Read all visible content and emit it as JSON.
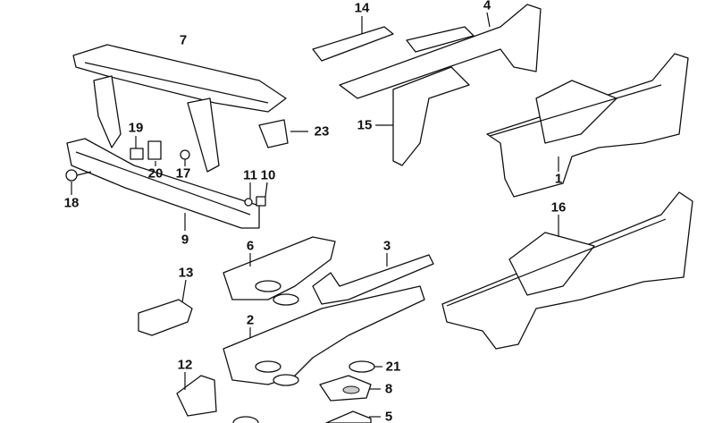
{
  "diagram": {
    "callouts": [
      "14",
      "4",
      "7",
      "15",
      "23",
      "19",
      "20",
      "17",
      "1",
      "18",
      "11",
      "10",
      "9",
      "16",
      "6",
      "3",
      "13",
      "2",
      "12",
      "21",
      "8",
      "5"
    ]
  }
}
